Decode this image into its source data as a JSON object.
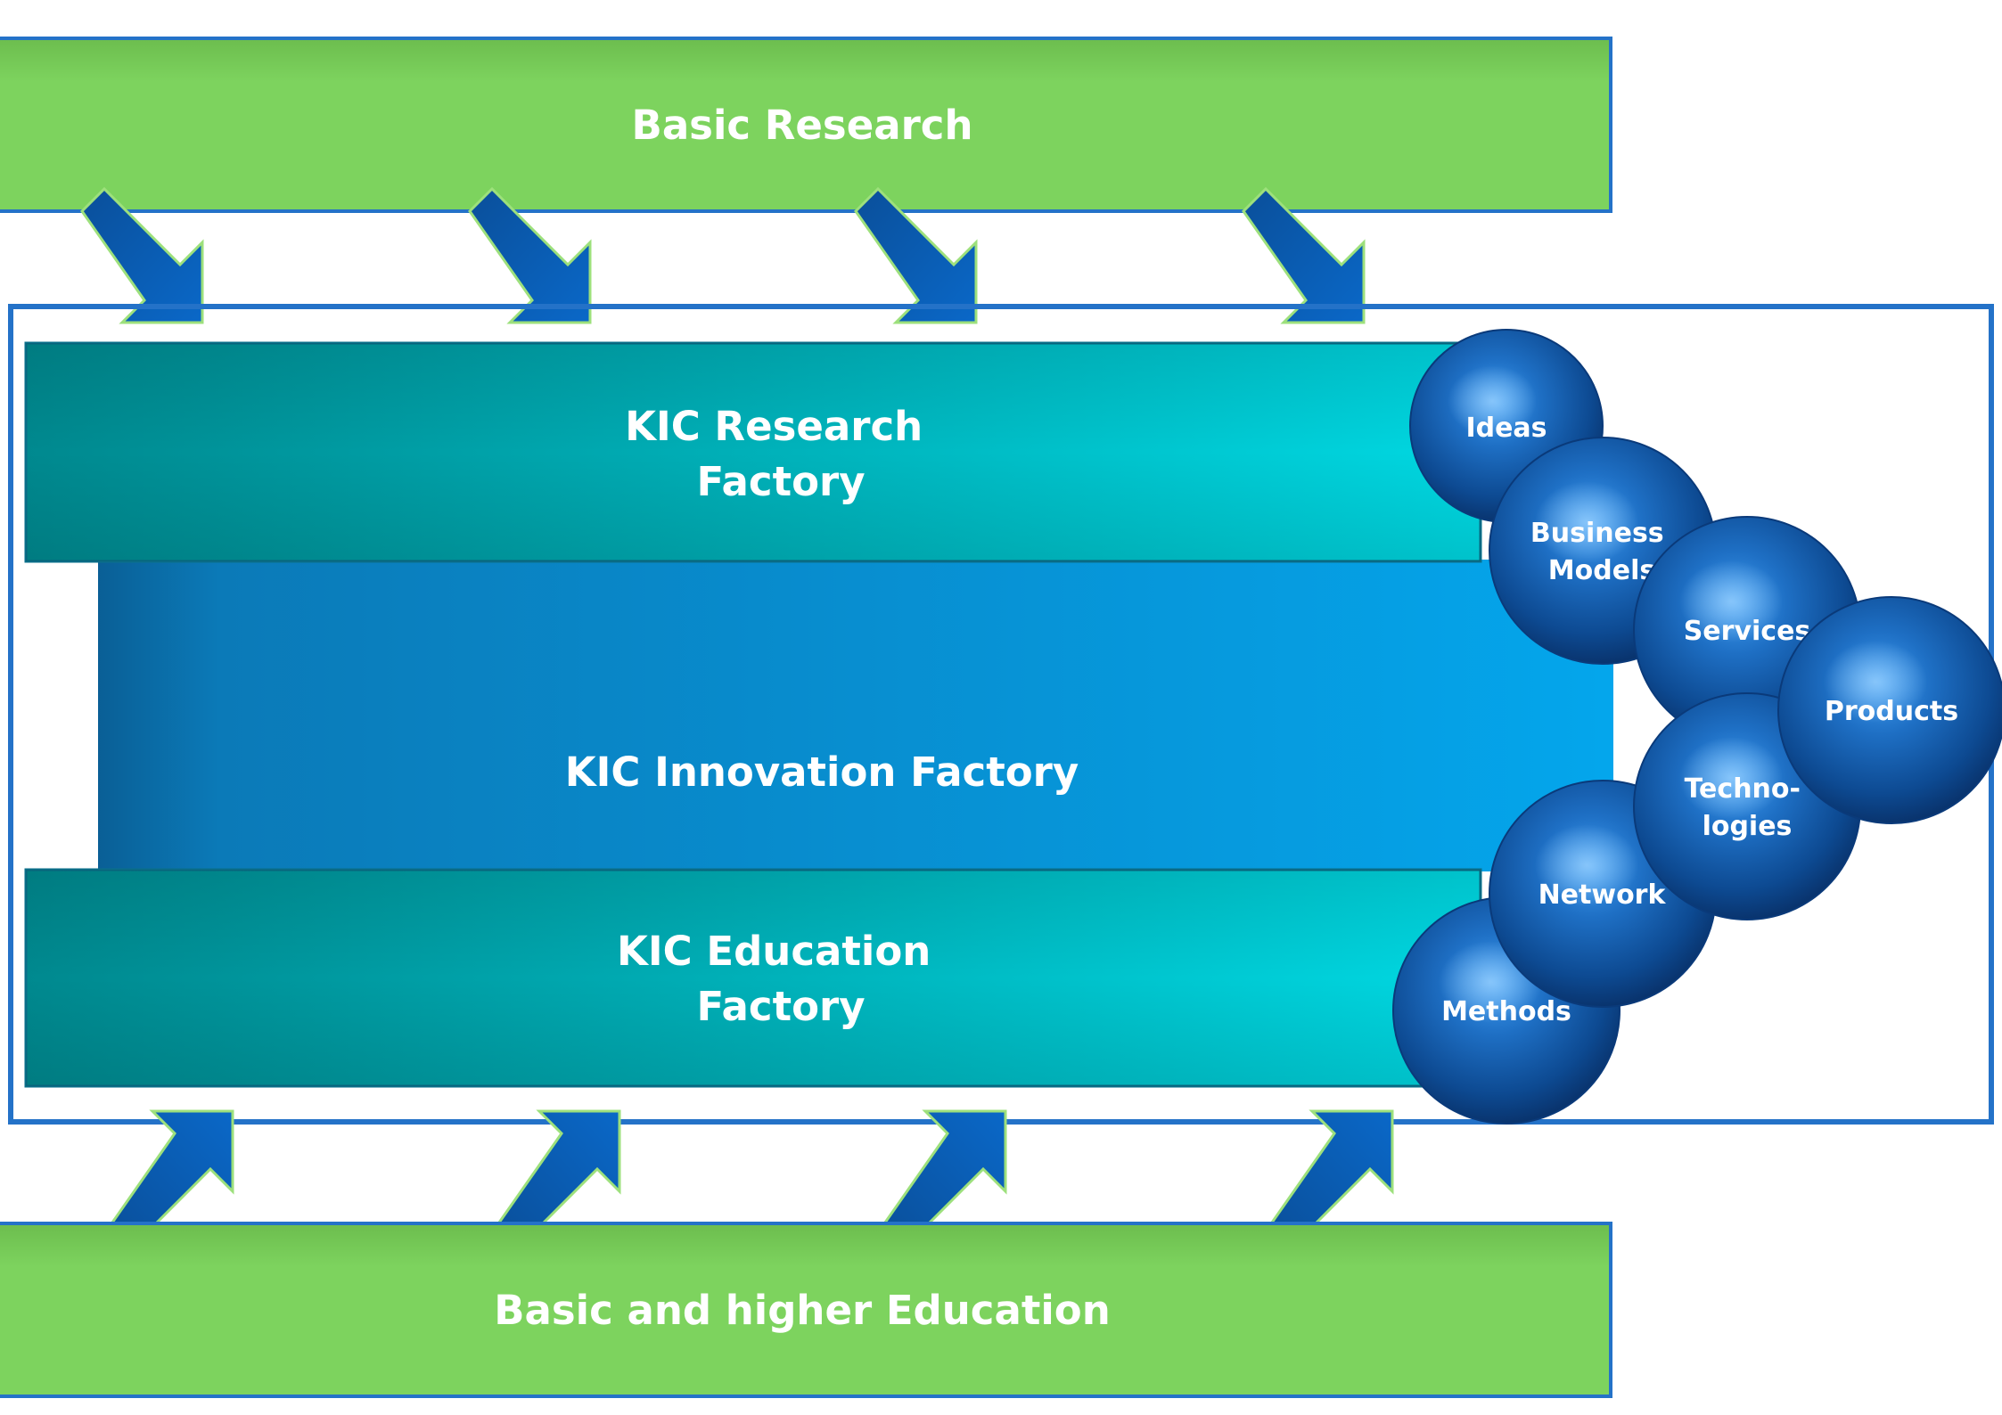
{
  "basic_research": {
    "label": "Basic Research"
  },
  "research_factory": {
    "line1": "KIC Research",
    "line2": "Factory"
  },
  "innovation_factory": {
    "label": "KIC Innovation Factory"
  },
  "education_factory": {
    "line1": "KIC Education",
    "line2": "Factory"
  },
  "basic_education": {
    "label": "Basic and higher Education"
  },
  "outputs": {
    "ideas": {
      "line1": "Ideas"
    },
    "business_models": {
      "line1": "Business",
      "line2": "Models"
    },
    "services": {
      "line1": "Services"
    },
    "products": {
      "line1": "Products"
    },
    "technologies": {
      "line1": "Techno-",
      "line2": "logies"
    },
    "network": {
      "line1": "Network"
    },
    "methods": {
      "line1": "Methods"
    }
  },
  "colors": {
    "green": "#7dd35e",
    "frame": "#2472c8",
    "arrow": "#0a5fb4",
    "teal_dark": "#00898f",
    "teal_light": "#00d6e0",
    "blue_dark": "#0a72b0",
    "blue_light": "#04a5ea",
    "sphere": "#1f6fc2"
  }
}
